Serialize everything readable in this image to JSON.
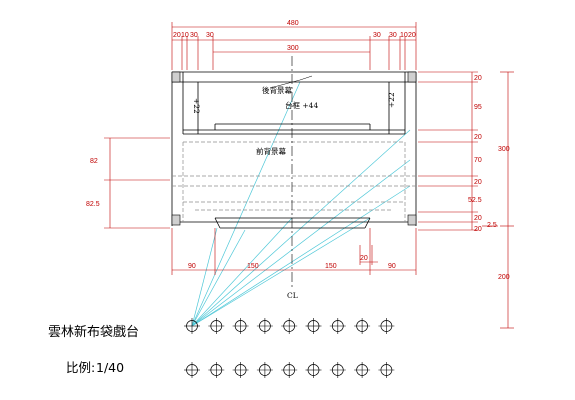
{
  "title": "雲林新布袋戲台",
  "scale_label": "比例:",
  "scale_value": "1/40",
  "labels": {
    "back_curtain": "後背景幕",
    "stage_height": "台框 +44",
    "front_curtain": "前背景幕",
    "left_post": "+22",
    "right_post": "+22",
    "centerline": "CL"
  },
  "dimensions": {
    "overall_width": "480",
    "inner_width": "300",
    "top_left_segments": [
      "20",
      "10",
      "30",
      "30"
    ],
    "top_right_segments": [
      "30",
      "30",
      "10",
      "20"
    ],
    "bottom_segments": [
      "90",
      "150",
      "150",
      "90"
    ],
    "bottom_small": "20",
    "left": [
      "82",
      "82.5"
    ],
    "right_stack": [
      "20",
      "95",
      "20",
      "70",
      "20",
      "52.5",
      "20",
      "20"
    ],
    "right_small": "2.5",
    "right_total": "300",
    "right_extra": "200"
  },
  "seat_rows": {
    "front_count": 9,
    "back_count": 9
  },
  "colors": {
    "dimension": "#c00000",
    "sightline": "#4fc8d8",
    "structure": "#000000",
    "hidden": "#8c8c8c",
    "post_fill": "#d0d0d0"
  }
}
